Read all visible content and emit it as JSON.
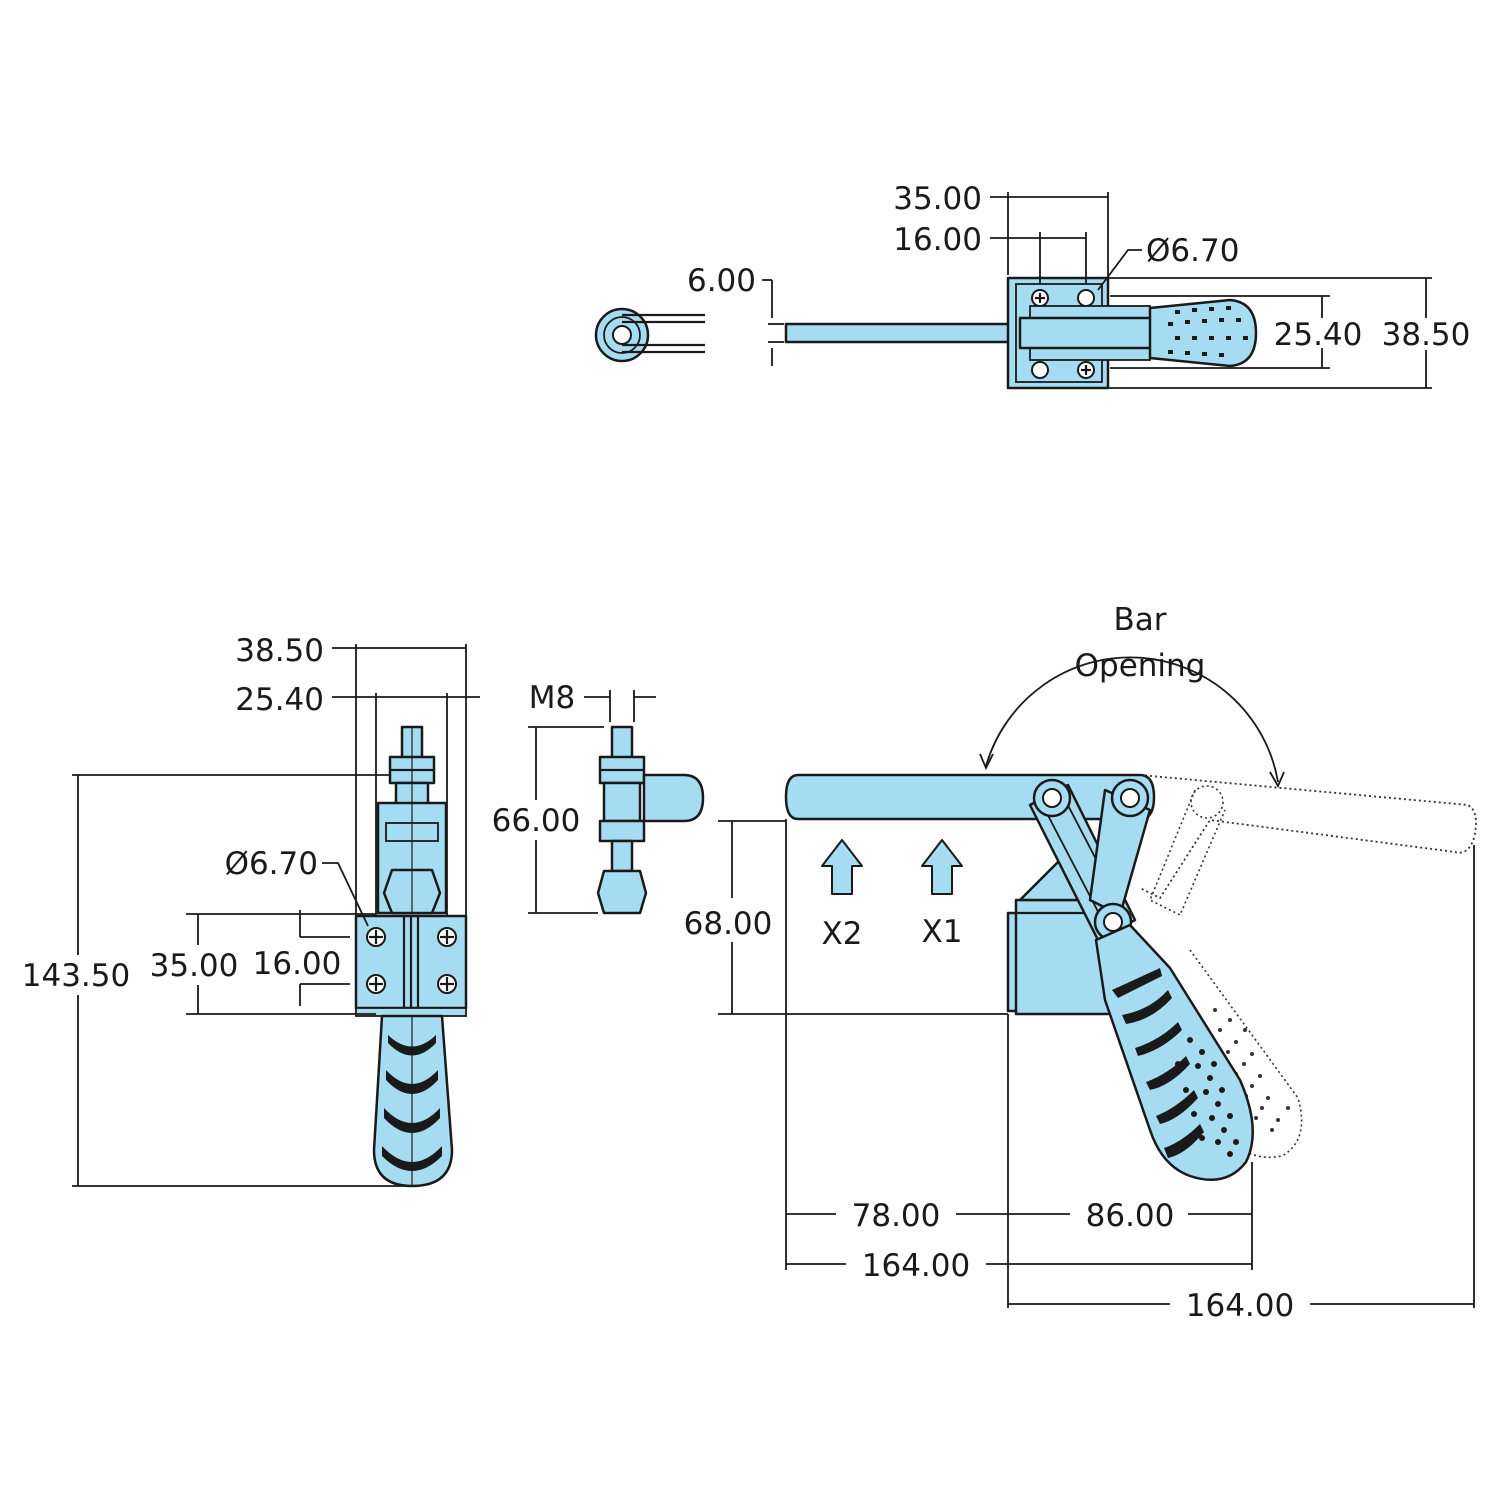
{
  "colors": {
    "part_fill": "#a6dcf2",
    "outline": "#1a1a1a"
  },
  "top_view": {
    "dim_35": "35.00",
    "dim_16": "16.00",
    "dim_hole": "Ø6.70",
    "dim_6": "6.00",
    "dim_25_40": "25.40",
    "dim_38_50": "38.50"
  },
  "front_view": {
    "dim_38_50": "38.50",
    "dim_25_40": "25.40",
    "dim_hole": "Ø6.70",
    "dim_35": "35.00",
    "dim_16": "16.00",
    "dim_143_50": "143.50"
  },
  "spindle_view": {
    "dim_thread": "M8",
    "dim_66": "66.00"
  },
  "side_view": {
    "bar_opening_line1": "Bar",
    "bar_opening_line2": "Opening",
    "dim_68": "68.00",
    "arrow_x2": "X2",
    "arrow_x1": "X1",
    "dim_78": "78.00",
    "dim_86": "86.00",
    "dim_164_a": "164.00",
    "dim_164_b": "164.00"
  }
}
